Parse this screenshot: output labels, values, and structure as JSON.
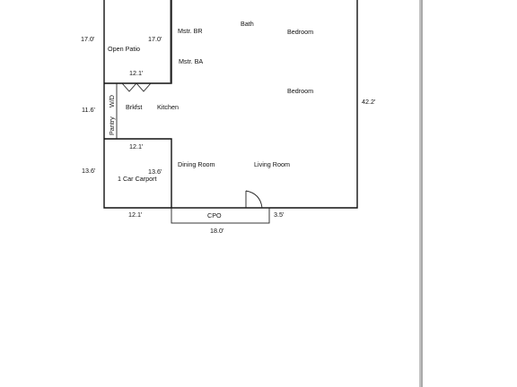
{
  "rooms": {
    "open_patio": "Open Patio",
    "master_bedroom": "Mstr. BR",
    "bath": "Bath",
    "bedroom_1": "Bedroom",
    "master_bath": "Mstr. BA",
    "bedroom_2": "Bedroom",
    "washer_dryer": "W/D",
    "breakfast": "Brkfst",
    "kitchen": "Kitchen",
    "pantry": "Pantry",
    "carport": "1 Car Carport",
    "dining_room": "Dining Room",
    "living_room": "Living Room",
    "cpo": "CPO"
  },
  "dimensions": {
    "patio_left_height": "17.0'",
    "patio_right_height": "17.0'",
    "patio_width": "12.1'",
    "kitchen_height": "11.6'",
    "carport_top_width": "12.1'",
    "carport_left_height": "13.6'",
    "carport_right_height": "13.6'",
    "carport_bottom_width": "12.1'",
    "house_depth": "42.2'",
    "cpo_depth": "3.5'",
    "cpo_width": "18.0'"
  }
}
